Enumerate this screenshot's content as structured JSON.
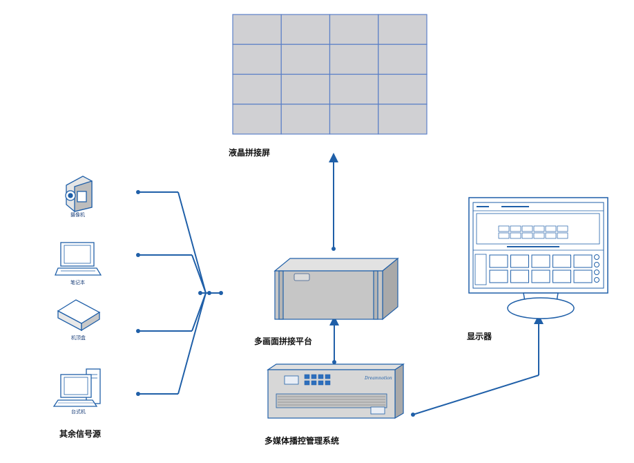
{
  "labels": {
    "video_wall": "液晶拼接屏",
    "splicer": "多画面拼接平台",
    "controller": "多媒体播控管理系统",
    "monitor": "显示器",
    "other_sources": "其余信号源"
  },
  "sources": [
    {
      "label": "摄像机"
    },
    {
      "label": "笔记本"
    },
    {
      "label": "机顶盒"
    },
    {
      "label": "台式机"
    }
  ],
  "controller": {
    "brand": "Dreamnotion"
  },
  "wall": {
    "rows": 4,
    "cols": 4
  },
  "colors": {
    "line": "#1f5fa8",
    "wall_fill": "#d0d0d3",
    "wall_border": "#5a7fc7",
    "device_fill": "#c7c7c7",
    "device_stroke": "#1f5fa8"
  }
}
